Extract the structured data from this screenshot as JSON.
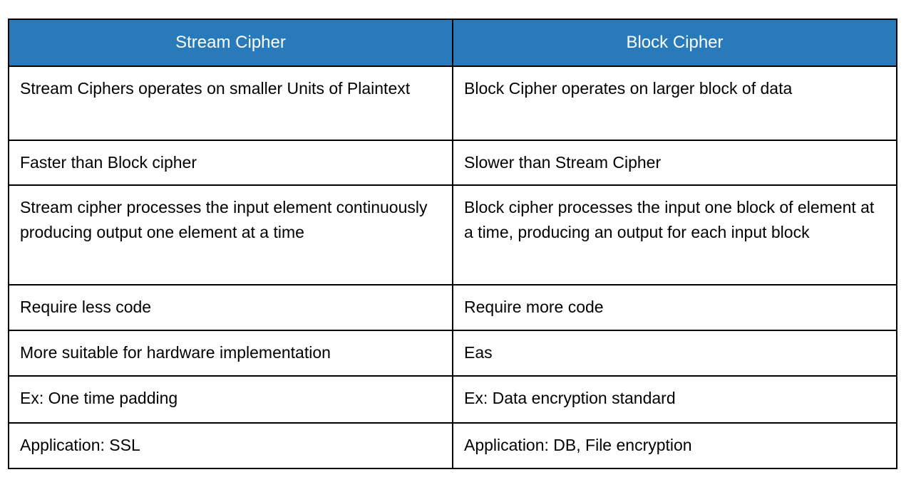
{
  "table": {
    "title": "Stream Cipher vs Block Cipher comparison table",
    "headers": [
      {
        "label": "Stream Cipher"
      },
      {
        "label": "Block Cipher"
      }
    ],
    "rows": [
      [
        "Stream Ciphers operates on smaller Units of Plaintext",
        "Block Cipher operates on larger block of data"
      ],
      [
        "Faster than Block cipher",
        "Slower than Stream Cipher"
      ],
      [
        "Stream cipher processes the input element continuously producing output one element at a time",
        "Block cipher processes the input one block of element at a time, producing an output for each input block"
      ],
      [
        "Require less code",
        "Require more code"
      ],
      [
        "More suitable for hardware implementation",
        "Eas"
      ],
      [
        "Ex: One time padding",
        "Ex: Data encryption standard"
      ],
      [
        "Application: SSL",
        "Application: DB, File encryption"
      ]
    ],
    "colors": {
      "header_background": "#287ABA",
      "header_text": "#FFFFFF",
      "body_text": "#000000",
      "border": "#000000",
      "page_background": "#FFFFFF"
    }
  }
}
